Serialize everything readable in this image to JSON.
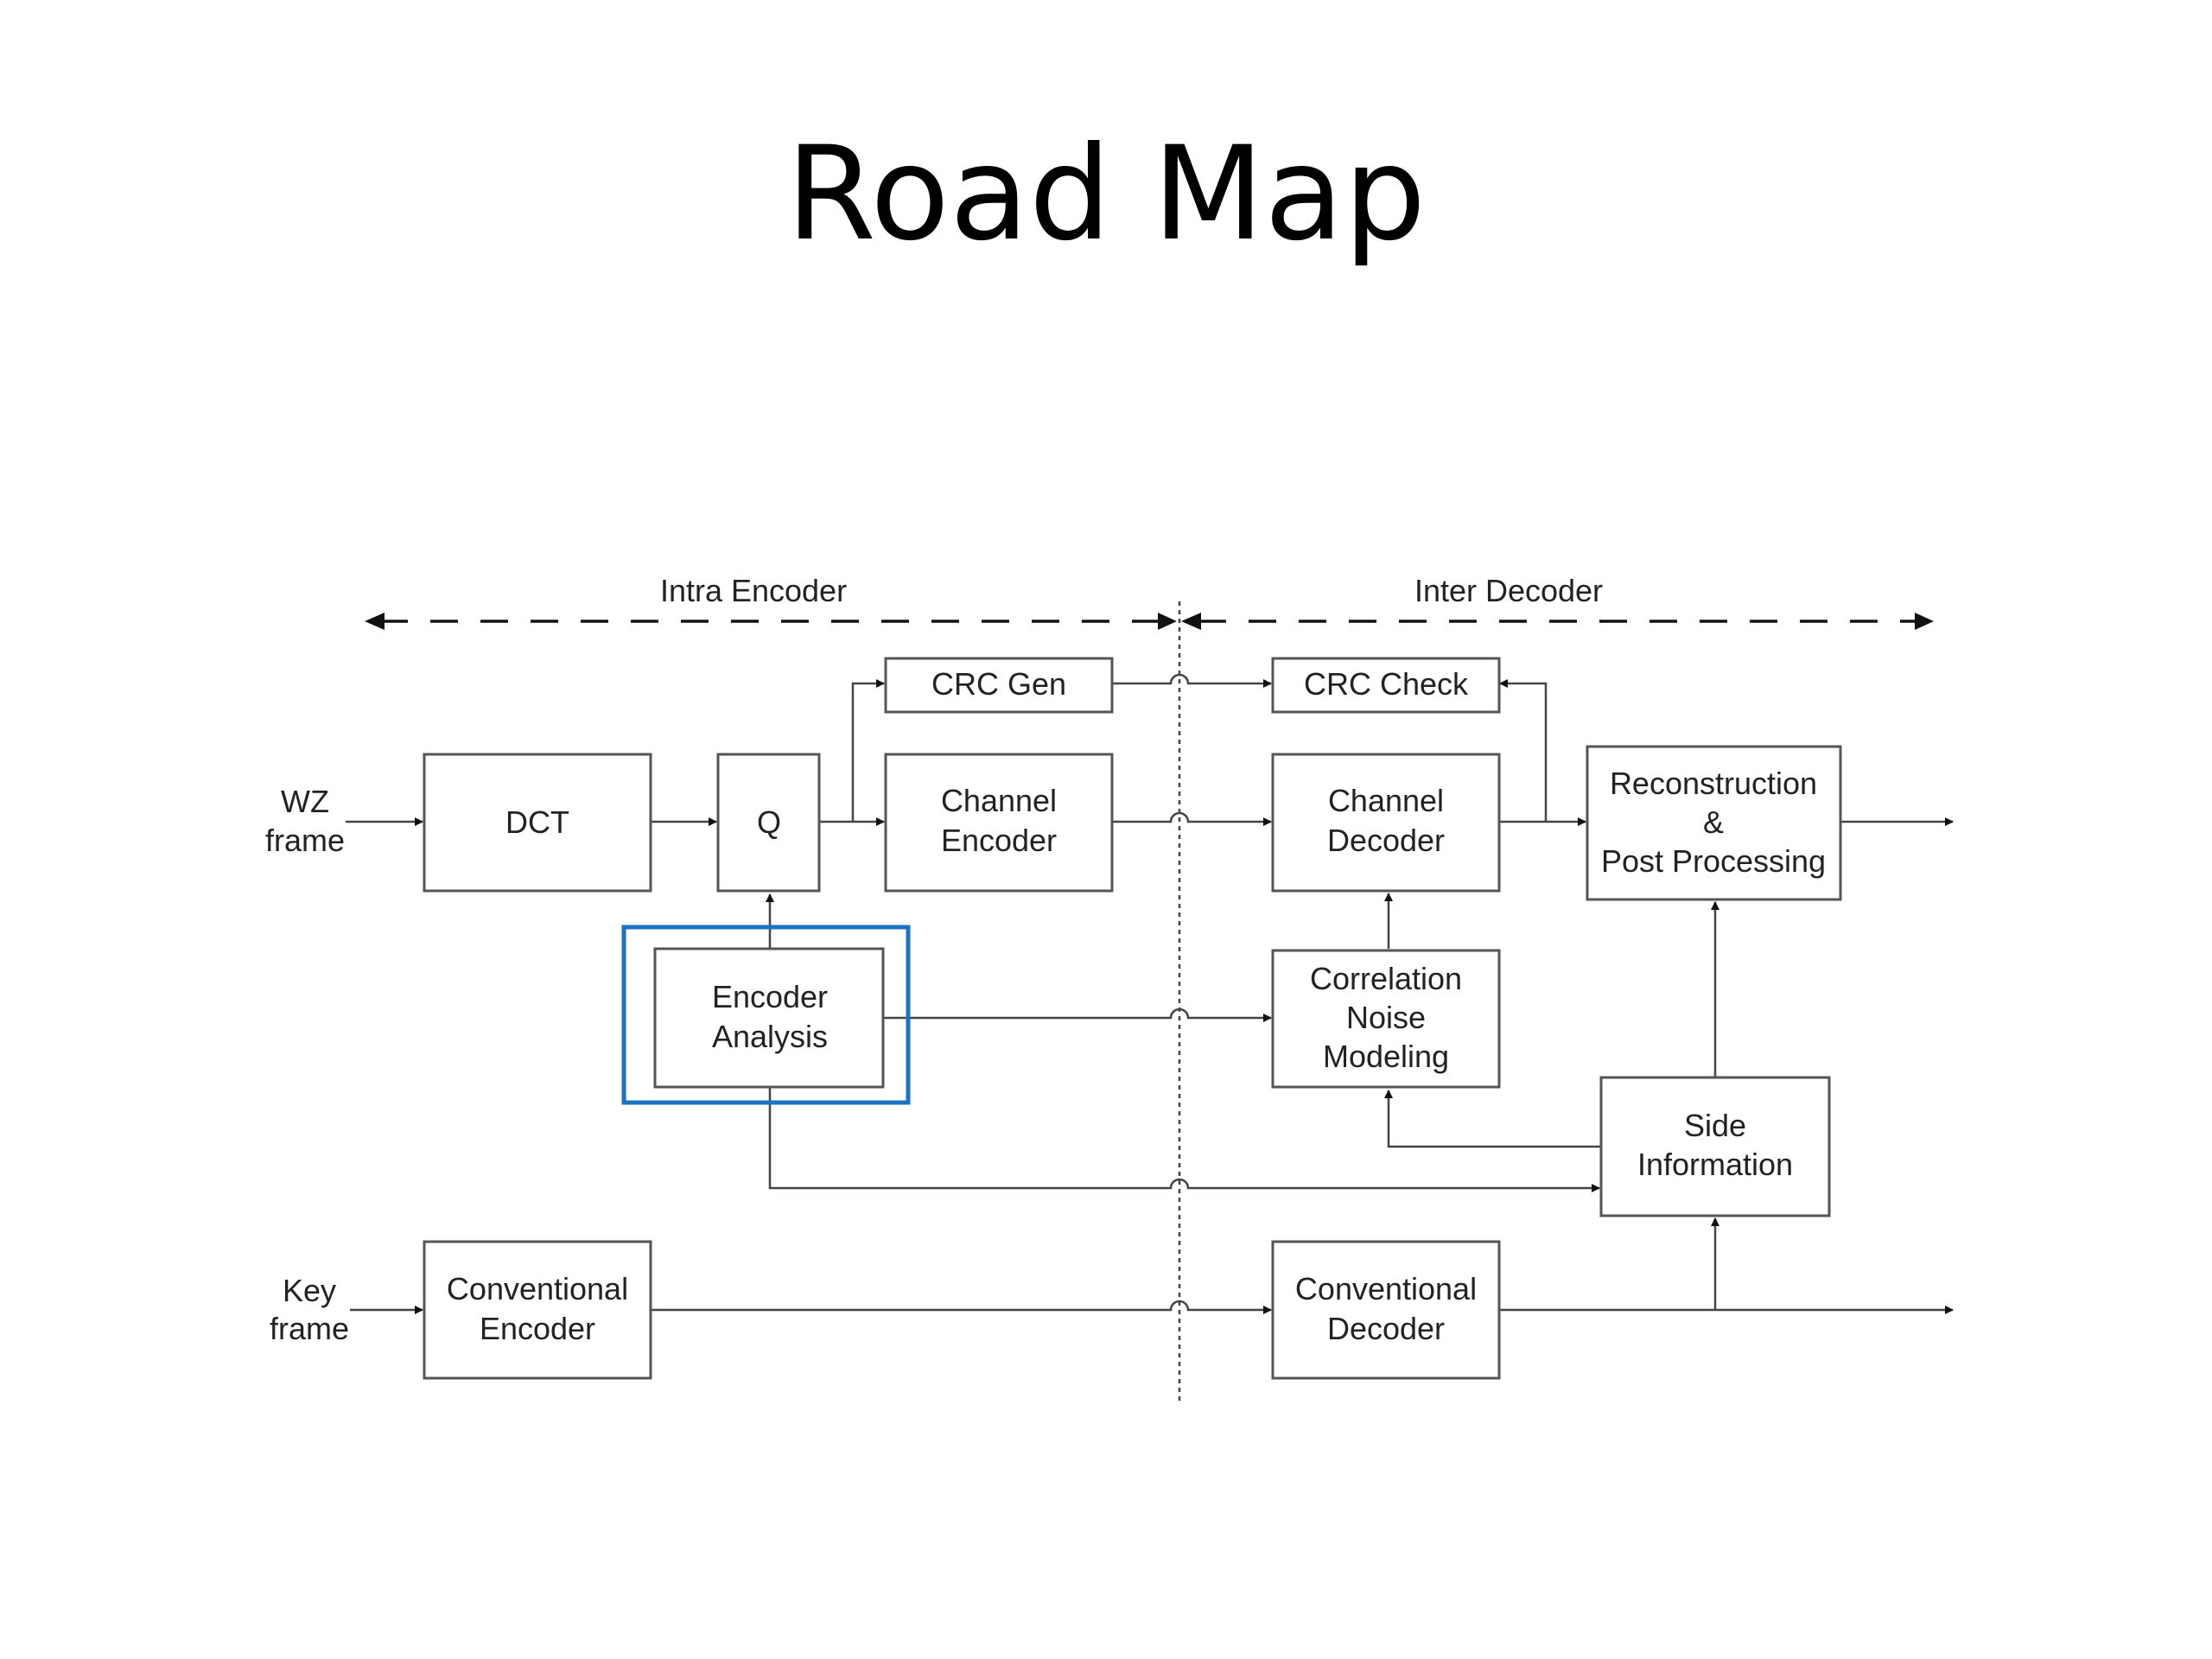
{
  "title": "Road Map",
  "sections": {
    "left": "Intra Encoder",
    "right": "Inter Decoder"
  },
  "inputs": {
    "wz_frame": [
      "WZ",
      "frame"
    ],
    "key_frame": [
      "Key",
      "frame"
    ]
  },
  "blocks": {
    "dct": [
      "DCT"
    ],
    "q": [
      "Q"
    ],
    "crc_gen": [
      "CRC Gen"
    ],
    "channel_encoder": [
      "Channel",
      "Encoder"
    ],
    "encoder_analysis": [
      "Encoder",
      "Analysis"
    ],
    "conventional_encoder": [
      "Conventional",
      "Encoder"
    ],
    "crc_check": [
      "CRC Check"
    ],
    "channel_decoder": [
      "Channel",
      "Decoder"
    ],
    "correlation_noise_modeling": [
      "Correlation",
      "Noise",
      "Modeling"
    ],
    "reconstruction": [
      "Reconstruction",
      "&",
      "Post Processing"
    ],
    "side_information": [
      "Side",
      "Information"
    ],
    "conventional_decoder": [
      "Conventional",
      "Decoder"
    ]
  },
  "highlight": {
    "block": "encoder_analysis",
    "color": "#1a72c4"
  }
}
